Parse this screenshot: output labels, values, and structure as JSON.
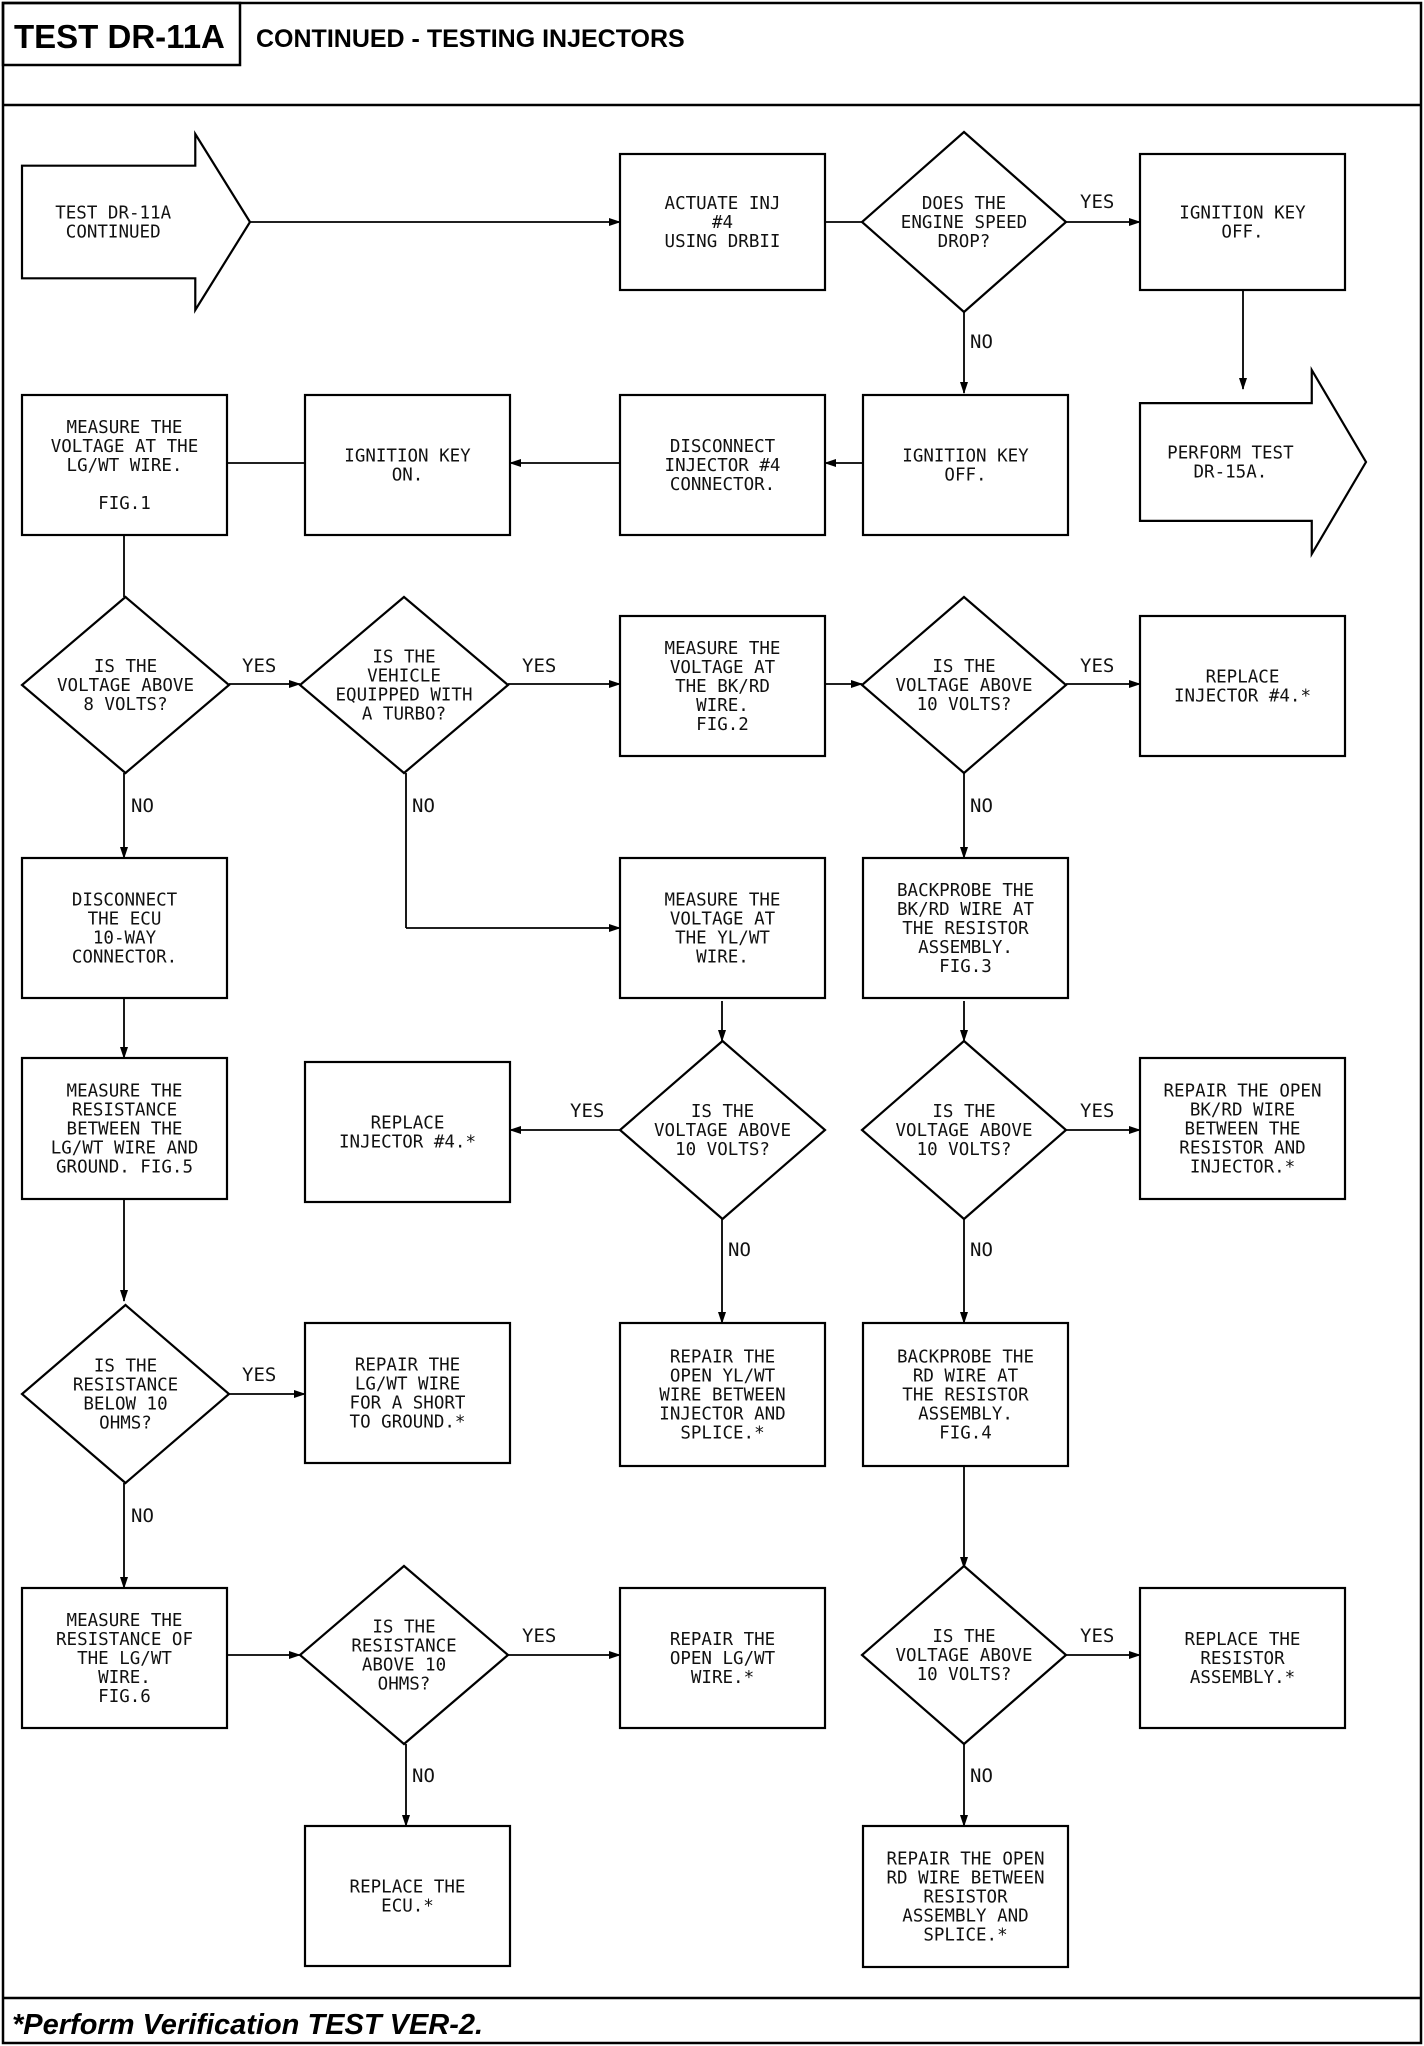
{
  "header": {
    "test_id": "TEST DR-11A",
    "title": "CONTINUED - TESTING INJECTORS"
  },
  "footer": {
    "note": "*Perform Verification TEST VER-2."
  },
  "flowchart": {
    "nodes": {
      "start": {
        "shape": "arrow",
        "lines": [
          "TEST DR-11A",
          "CONTINUED"
        ]
      },
      "actuate": {
        "shape": "box",
        "lines": [
          "ACTUATE INJ",
          "#4",
          "USING DRBII"
        ]
      },
      "speed_drop": {
        "shape": "diamond",
        "lines": [
          "DOES THE",
          "ENGINE SPEED",
          "DROP?"
        ]
      },
      "key_off_yes": {
        "shape": "box",
        "lines": [
          "IGNITION KEY",
          "OFF."
        ]
      },
      "perform_15a": {
        "shape": "arrow",
        "lines": [
          "PERFORM TEST",
          "DR-15A."
        ]
      },
      "key_off_no": {
        "shape": "box",
        "lines": [
          "IGNITION KEY",
          "OFF."
        ]
      },
      "disconnect_inj": {
        "shape": "box",
        "lines": [
          "DISCONNECT",
          "INJECTOR #4",
          "CONNECTOR."
        ]
      },
      "key_on": {
        "shape": "box",
        "lines": [
          "IGNITION KEY",
          "ON."
        ]
      },
      "measure_lgwt": {
        "shape": "box",
        "lines": [
          "MEASURE THE",
          "VOLTAGE AT THE",
          "LG/WT WIRE.",
          "",
          "FIG.1"
        ]
      },
      "above_8": {
        "shape": "diamond",
        "lines": [
          "IS THE",
          "VOLTAGE ABOVE",
          "8 VOLTS?"
        ]
      },
      "turbo": {
        "shape": "diamond",
        "lines": [
          "IS THE",
          "VEHICLE",
          "EQUIPPED WITH",
          "A TURBO?"
        ]
      },
      "measure_bkrd": {
        "shape": "box",
        "lines": [
          "MEASURE THE",
          "VOLTAGE AT",
          "THE BK/RD",
          "WIRE.",
          "FIG.2"
        ]
      },
      "above_10_a": {
        "shape": "diamond",
        "lines": [
          "IS THE",
          "VOLTAGE ABOVE",
          "10 VOLTS?"
        ]
      },
      "replace_inj_a": {
        "shape": "box",
        "lines": [
          "REPLACE",
          "INJECTOR #4.*"
        ]
      },
      "disconnect_ecu": {
        "shape": "box",
        "lines": [
          "DISCONNECT",
          "THE ECU",
          "10-WAY",
          "CONNECTOR."
        ]
      },
      "measure_ylwt": {
        "shape": "box",
        "lines": [
          "MEASURE THE",
          "VOLTAGE AT",
          "THE YL/WT",
          "WIRE."
        ]
      },
      "backprobe_bkrd": {
        "shape": "box",
        "lines": [
          "BACKPROBE THE",
          "BK/RD WIRE AT",
          "THE RESISTOR",
          "ASSEMBLY.",
          "FIG.3"
        ]
      },
      "measure_res_gnd": {
        "shape": "box",
        "lines": [
          "MEASURE THE",
          "RESISTANCE",
          "BETWEEN THE",
          "LG/WT WIRE AND",
          "GROUND. FIG.5"
        ]
      },
      "replace_inj_b": {
        "shape": "box",
        "lines": [
          "REPLACE",
          "INJECTOR #4.*"
        ]
      },
      "above_10_b": {
        "shape": "diamond",
        "lines": [
          "IS THE",
          "VOLTAGE ABOVE",
          "10 VOLTS?"
        ]
      },
      "above_10_c": {
        "shape": "diamond",
        "lines": [
          "IS THE",
          "VOLTAGE ABOVE",
          "10 VOLTS?"
        ]
      },
      "repair_bkrd": {
        "shape": "box",
        "lines": [
          "REPAIR THE OPEN",
          "BK/RD WIRE",
          "BETWEEN THE",
          "RESISTOR AND",
          "INJECTOR.*"
        ]
      },
      "below_10_ohms": {
        "shape": "diamond",
        "lines": [
          "IS THE",
          "RESISTANCE",
          "BELOW 10",
          "OHMS?"
        ]
      },
      "repair_short": {
        "shape": "box",
        "lines": [
          "REPAIR THE",
          "LG/WT WIRE",
          "FOR A SHORT",
          "TO GROUND.*"
        ]
      },
      "repair_ylwt": {
        "shape": "box",
        "lines": [
          "REPAIR THE",
          "OPEN YL/WT",
          "WIRE BETWEEN",
          "INJECTOR AND",
          "SPLICE.*"
        ]
      },
      "backprobe_rd": {
        "shape": "box",
        "lines": [
          "BACKPROBE THE",
          "RD WIRE AT",
          "THE RESISTOR",
          "ASSEMBLY.",
          "FIG.4"
        ]
      },
      "measure_res_lgwt": {
        "shape": "box",
        "lines": [
          "MEASURE THE",
          "RESISTANCE OF",
          "THE LG/WT",
          "WIRE.",
          "FIG.6"
        ]
      },
      "above_10_ohms": {
        "shape": "diamond",
        "lines": [
          "IS THE",
          "RESISTANCE",
          "ABOVE 10",
          "OHMS?"
        ]
      },
      "repair_lgwt_open": {
        "shape": "box",
        "lines": [
          "REPAIR THE",
          "OPEN LG/WT",
          "WIRE.*"
        ]
      },
      "above_10_d": {
        "shape": "diamond",
        "lines": [
          "IS THE",
          "VOLTAGE ABOVE",
          "10 VOLTS?"
        ]
      },
      "replace_resistor": {
        "shape": "box",
        "lines": [
          "REPLACE THE",
          "RESISTOR",
          "ASSEMBLY.*"
        ]
      },
      "replace_ecu": {
        "shape": "box",
        "lines": [
          "REPLACE THE",
          "ECU.*"
        ]
      },
      "repair_rd": {
        "shape": "box",
        "lines": [
          "REPAIR THE OPEN",
          "RD WIRE BETWEEN",
          "RESISTOR",
          "ASSEMBLY AND",
          "SPLICE.*"
        ]
      }
    },
    "edge_labels": {
      "speed_drop_yes": "YES",
      "speed_drop_no": "NO",
      "above_8_yes": "YES",
      "above_8_no": "NO",
      "turbo_yes": "YES",
      "turbo_no": "NO",
      "above_10_a_yes": "YES",
      "above_10_a_no": "NO",
      "above_10_b_yes": "YES",
      "above_10_b_no": "NO",
      "above_10_c_yes": "YES",
      "above_10_c_no": "NO",
      "below_10_ohms_yes": "YES",
      "below_10_ohms_no": "NO",
      "above_10_ohms_yes": "YES",
      "above_10_ohms_no": "NO",
      "above_10_d_yes": "YES",
      "above_10_d_no": "NO"
    }
  }
}
